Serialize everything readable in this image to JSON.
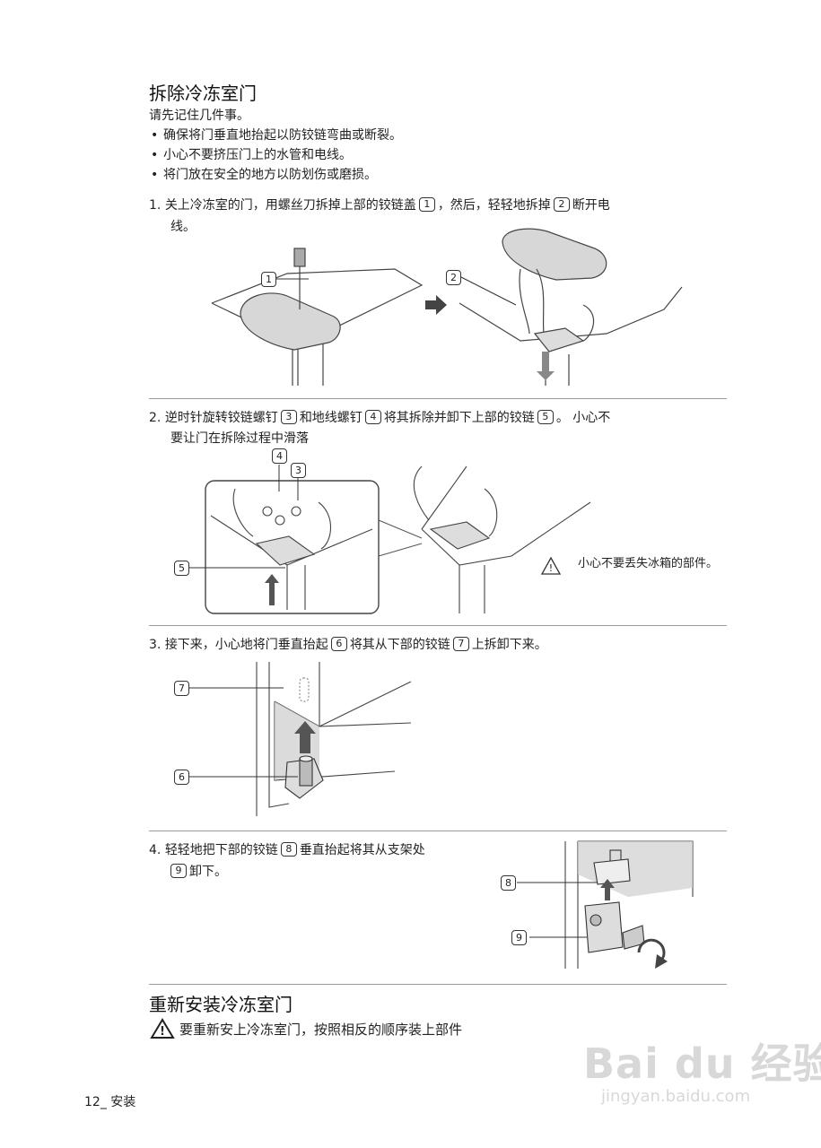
{
  "section_remove": {
    "title": "拆除冷冻室门",
    "intro": "请先记住几件事。",
    "bullets": [
      "确保将门垂直地抬起以防铰链弯曲或断裂。",
      "小心不要挤压门上的水管和电线。",
      "将门放在安全的地方以防划伤或磨损。"
    ]
  },
  "steps": [
    {
      "num": "1.",
      "line1_a": "关上冷冻室的门，用螺丝刀拆掉上部的铰链盖",
      "c1": "1",
      "line1_b": "，然后，轻轻地拆掉",
      "c2": "2",
      "line1_c": "断开电",
      "line2": "线。"
    },
    {
      "num": "2.",
      "line1_a": "逆时针旋转铰链螺钉",
      "c1": "3",
      "line1_b": "和地线螺钉",
      "c2": "4",
      "line1_c": "将其拆除并卸下上部的铰链",
      "c3": "5",
      "line1_d": "。 小心不",
      "line2": "要让门在拆除过程中滑落",
      "warning": "小心不要丢失冰箱的部件。"
    },
    {
      "num": "3.",
      "text_a": "接下来，小心地将门垂直抬起",
      "c1": "6",
      "text_b": "将其从下部的铰链",
      "c2": "7",
      "text_c": "上拆卸下来。"
    },
    {
      "num": "4.",
      "line1_a": "轻轻地把下部的铰链",
      "c1": "8",
      "line1_b": "垂直抬起将其从支架处",
      "c2": "9",
      "line2": "卸下。"
    }
  ],
  "figure_labels": {
    "fig1": [
      "1",
      "2"
    ],
    "fig2": [
      "4",
      "3",
      "5"
    ],
    "fig3": [
      "7",
      "6"
    ],
    "fig4": [
      "8",
      "9"
    ]
  },
  "section_reinstall": {
    "title": "重新安装冷冻室门",
    "note": "要重新安上冷冻室门，按照相反的顺序装上部件"
  },
  "footer": {
    "page": "12_",
    "section": "安装"
  },
  "watermark": {
    "logo": "Bai du 经验",
    "url": "jingyan.baidu.com"
  }
}
